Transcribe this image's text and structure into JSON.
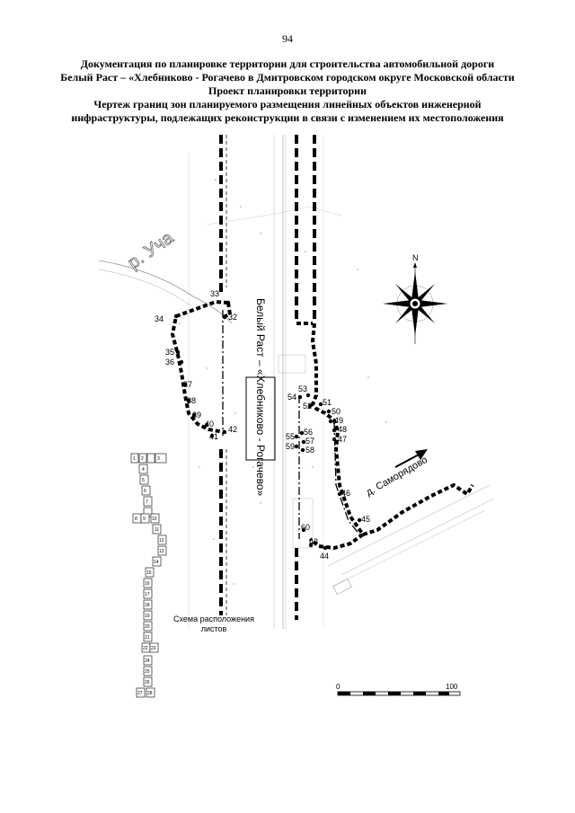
{
  "page_number": "94",
  "header": {
    "line1": "Документация по планировке территории для строительства автомобильной дороги",
    "line2": "Белый Раст – «Хлебниково - Рогачево в Дмитровском городском округе Московской области",
    "line3": "Проект планировки территории",
    "line4": "Чертеж границ зон планируемого размещения линейных объектов инженерной",
    "line5": "инфраструктуры, подлежащих реконструкции в связи с изменением их местоположения"
  },
  "map": {
    "river_label": "р. Уча",
    "road_label": "Белый Раст – «Хлебниково - Рогачево»",
    "village_label": "д. Саморядово",
    "compass_north": "N",
    "points": [
      "33",
      "34",
      "32",
      "35",
      "36",
      "37",
      "38",
      "39",
      "40",
      "41",
      "42",
      "53",
      "54",
      "52",
      "51",
      "50",
      "49",
      "48",
      "47",
      "56",
      "55",
      "57",
      "59",
      "58",
      "46",
      "45",
      "60",
      "43",
      "44"
    ]
  },
  "legend": {
    "caption_line1": "Схема расположения",
    "caption_line2": "листов",
    "sheets": [
      "1",
      "2",
      "3",
      "4",
      "5",
      "6",
      "7",
      "8",
      "9",
      "10",
      "11",
      "12",
      "13",
      "14",
      "15",
      "16",
      "17",
      "18",
      "19",
      "20",
      "21",
      "22",
      "23",
      "24",
      "25",
      "26",
      "27",
      "28"
    ]
  },
  "scale": {
    "start": "0",
    "end": "100"
  }
}
